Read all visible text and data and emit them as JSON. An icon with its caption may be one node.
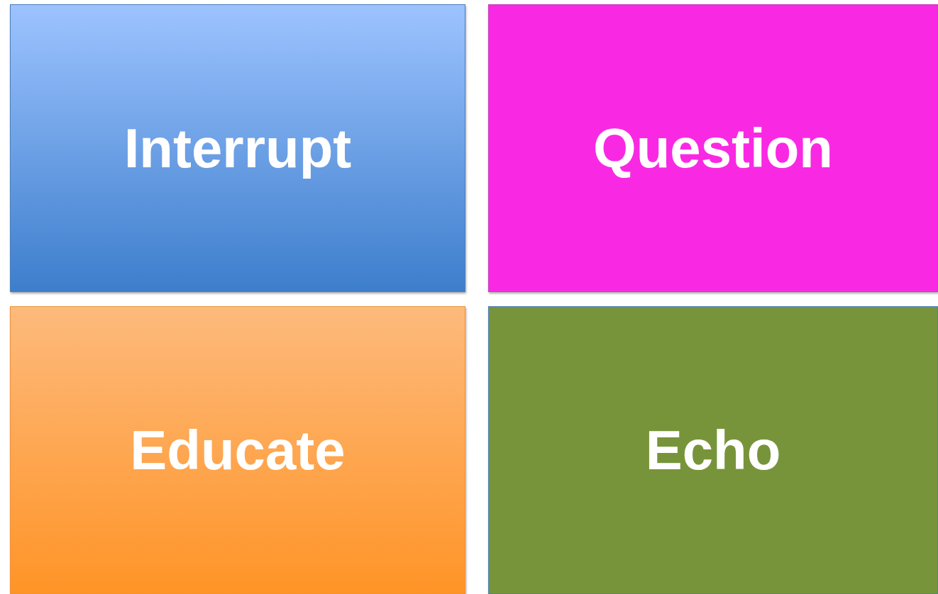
{
  "diagram": {
    "nodes": [
      {
        "text": [
          "Interrupt"
        ]
      },
      {
        "text": [
          "Question"
        ]
      },
      {
        "text": [
          "Educate"
        ]
      },
      {
        "text": [
          "Echo"
        ]
      }
    ]
  }
}
